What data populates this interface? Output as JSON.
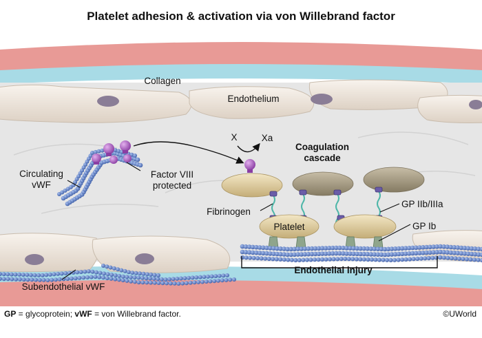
{
  "title": "Platelet adhesion & activation via von Willebrand factor",
  "labels": {
    "collagen": "Collagen",
    "endothelium": "Endothelium",
    "circulating_vwf_line1": "Circulating",
    "circulating_vwf_line2": "vWF",
    "factor_viii_line1": "Factor VIII",
    "factor_viii_line2": "protected",
    "x": "X",
    "xa": "Xa",
    "coagulation_line1": "Coagulation",
    "coagulation_line2": "cascade",
    "fibrinogen": "Fibrinogen",
    "platelet": "Platelet",
    "gp_iib_iiia": "GP IIb/IIIa",
    "gp_ib": "GP Ib",
    "endothelial_injury": "Endothelial injury",
    "subendothelial_vwf": "Subendothelial vWF"
  },
  "footnote": {
    "gp_abbr": "GP",
    "gp_def": " = glycoprotein; ",
    "vwf_abbr": "vWF",
    "vwf_def": " = von Willebrand factor."
  },
  "copyright": "©UWorld",
  "colors": {
    "vessel_wall": "#e89a96",
    "collagen_layer": "#a8dbe6",
    "lumen": "#e6e6e6",
    "cell": "#efe6dc",
    "nucleus": "#8a7d96",
    "vwf_bead": "#5b7fc7",
    "factor_viii": "#b46bc8",
    "platelet": "#d9c79a",
    "activated_platelet": "#a59a82",
    "fibrinogen": "#4db6a8"
  }
}
